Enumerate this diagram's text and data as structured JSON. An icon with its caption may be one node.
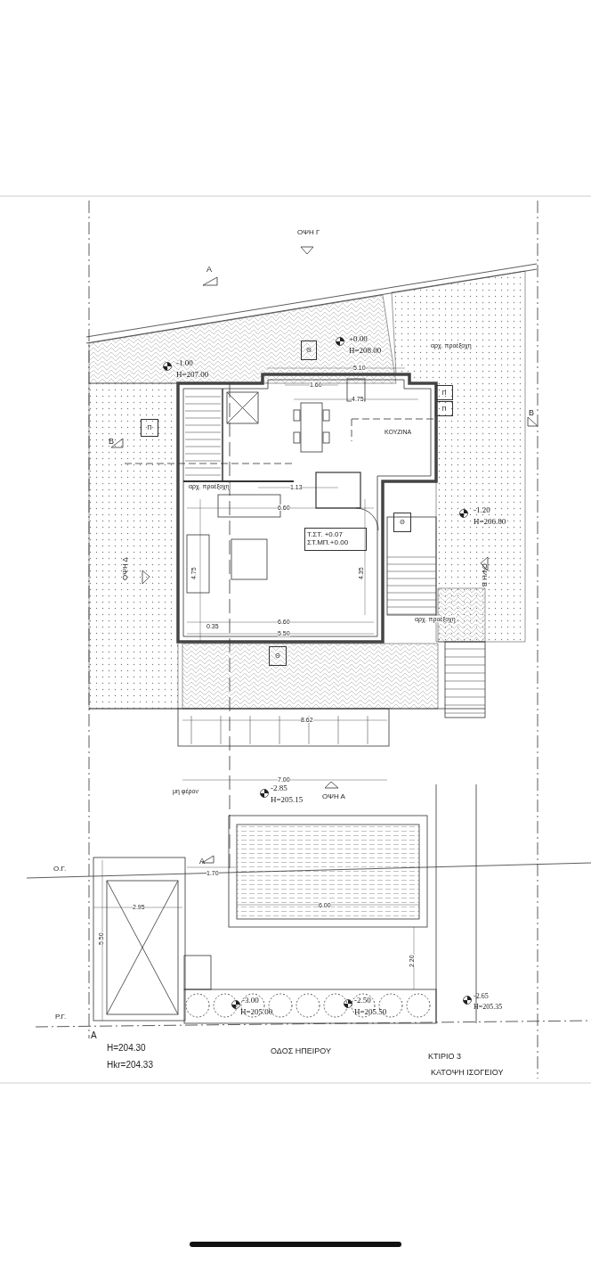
{
  "diagram": {
    "nodes": [
      {
        "text": [
          "Θ"
        ]
      },
      {
        "text": [
          "Π"
        ]
      },
      {
        "text": [
          "Π"
        ]
      },
      {
        "text": [
          "Π"
        ]
      },
      {
        "text": [
          "Θ"
        ]
      },
      {
        "text": [
          "Τ.ΣΤ.    +0.07",
          "ΣΤ.ΜΠ.+0.00"
        ]
      },
      {
        "text": [
          "Θ"
        ]
      }
    ],
    "labels": [
      "ΟΨΗ Γ",
      "A",
      "+0.00",
      "H=208.00",
      "-1.00",
      "H=207.00",
      "αρχ. προέξοχη",
      "5.10",
      "1.60",
      "4.75",
      "B",
      "ΚΟΥΖΙΝΑ",
      "B",
      "αρχ. προέξοχη",
      "1.13",
      "6.60",
      "-1.20",
      "H=206.80",
      "ΟΨΗ Δ",
      "ΟΨΗ Β",
      "4.75",
      "4.35",
      "αρχ. προέξοχη",
      "6.60",
      "0.35",
      "5.50",
      "8.62",
      "7.00",
      "μη φέρον",
      "-2.85",
      "H=205.15",
      "ΟΨΗ Α",
      "A",
      "1.70",
      "Ο.Γ.",
      "6.00",
      "2.95",
      "5.50",
      "2.20",
      "-3.00",
      "H=205.00",
      "-2.50",
      "H=205.50",
      "-2.65",
      "H=205.35",
      "Ρ.Γ.",
      "A",
      "H=204.30",
      "Hkr=204.33",
      "ΟΔΟΣ ΗΠΕΙΡΟΥ",
      "ΚΤΙΡΙΟ 3",
      "ΚΑΤΟΨΗ ΙΣΟΓΕΙΟΥ"
    ]
  }
}
